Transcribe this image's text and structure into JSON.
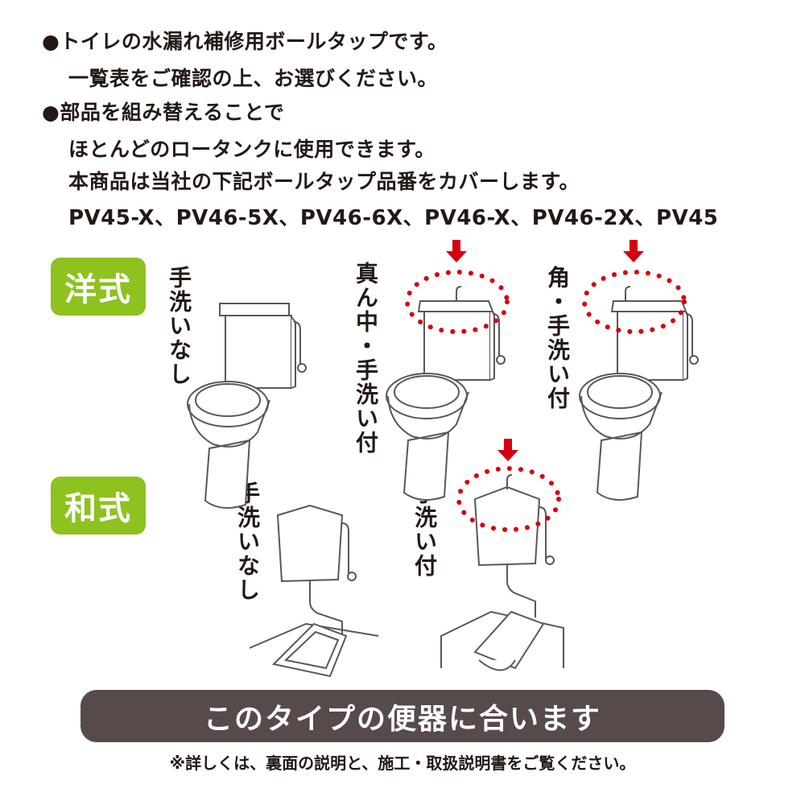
{
  "intro": {
    "lines": [
      "●トイレの水漏れ補修用ボールタップです。",
      "一覧表をご確認の上、お選びください。",
      "●部品を組み替えることで",
      "ほとんどのロータンクに使用できます。",
      "本商品は当社の下記ボールタップ品番をカバーします。",
      "PV45-X、PV46-5X、PV46-6X、PV46-X、PV46-2X、PV45"
    ]
  },
  "western": {
    "badge": "洋式",
    "types": [
      "手洗いなし",
      "真ん中・手洗い付",
      "角・手洗い付"
    ]
  },
  "japanese": {
    "badge": "和式",
    "types": [
      "手洗いなし",
      "手洗い付"
    ]
  },
  "banner": "このタイプの便器に合います",
  "footnote": "※詳しくは、裏面の説明と、施工・取扱説明書をご覧ください。",
  "colors": {
    "accent": "#8dc21f",
    "banner": "#574a4b",
    "highlight": "#d7000f"
  }
}
